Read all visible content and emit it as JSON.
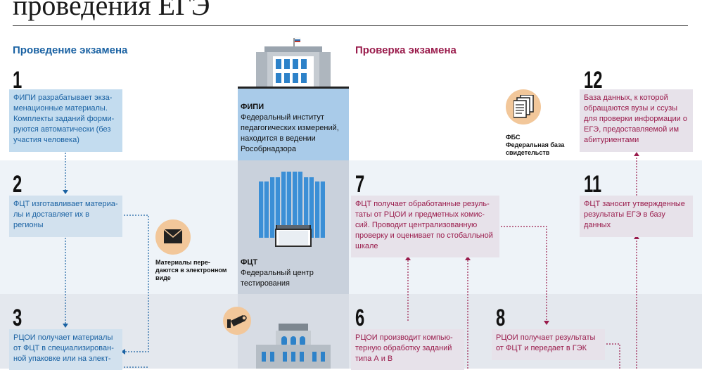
{
  "title": "проведения ЕГЭ",
  "sections": {
    "left": "Проведение экзамена",
    "right": "Проверка экзамена"
  },
  "colors": {
    "blue_accent": "#1a62a3",
    "pink_accent": "#9a1c4c",
    "blue_box": "#c3dcef",
    "pink_box": "#e7e2ea",
    "icon_circle": "#f2c79a"
  },
  "steps": {
    "s1": {
      "num": "1",
      "text": "ФИПИ разрабатывает экза­менационные материалы. Комплекты заданий форми­руются автоматически (без участия человека)"
    },
    "s2": {
      "num": "2",
      "text": "ФЦТ изготавливает материа­лы и доставляет их в регионы"
    },
    "s3": {
      "num": "3",
      "text": "РЦОИ получает материалы от ФЦТ в специализирован­ной упаковке или на элект-"
    },
    "s6": {
      "num": "6",
      "text": "РЦОИ производит компью­терную обработку заданий типа А и В"
    },
    "s7": {
      "num": "7",
      "text": "ФЦТ получает обработанные резуль­таты от РЦОИ и предметных комис­сий. Проводит централизованную проверку и оценивает по стобалль­ной шкале"
    },
    "s8": {
      "num": "8",
      "text": "РЦОИ получает результаты от ФЦТ и передает в ГЭК"
    },
    "s11": {
      "num": "11",
      "text": "ФЦТ заносит утвержденные результаты ЕГЭ в базу данных"
    },
    "s12": {
      "num": "12",
      "text": "База данных, к которой обращаются вузы и ссузы для проверки информации о ЕГЭ, предоставляемой им абитуриентами"
    }
  },
  "institutions": {
    "fipi": {
      "abbr": "ФИПИ",
      "desc": "Федеральный институт педагогических измерений, находится в ведении Рособрнадзора"
    },
    "fct": {
      "abbr": "ФЦТ",
      "desc": "Федеральный центр тестирования"
    },
    "fbs": {
      "abbr": "ФБС",
      "desc": "Федеральная база свидетельств"
    }
  },
  "notes": {
    "email": "Материалы пере­даются в электрон­ном виде"
  },
  "icons": [
    "fipi-building-icon",
    "fct-building-icon",
    "rcoi-building-icon",
    "envelope-icon",
    "documents-icon",
    "camera-icon"
  ]
}
